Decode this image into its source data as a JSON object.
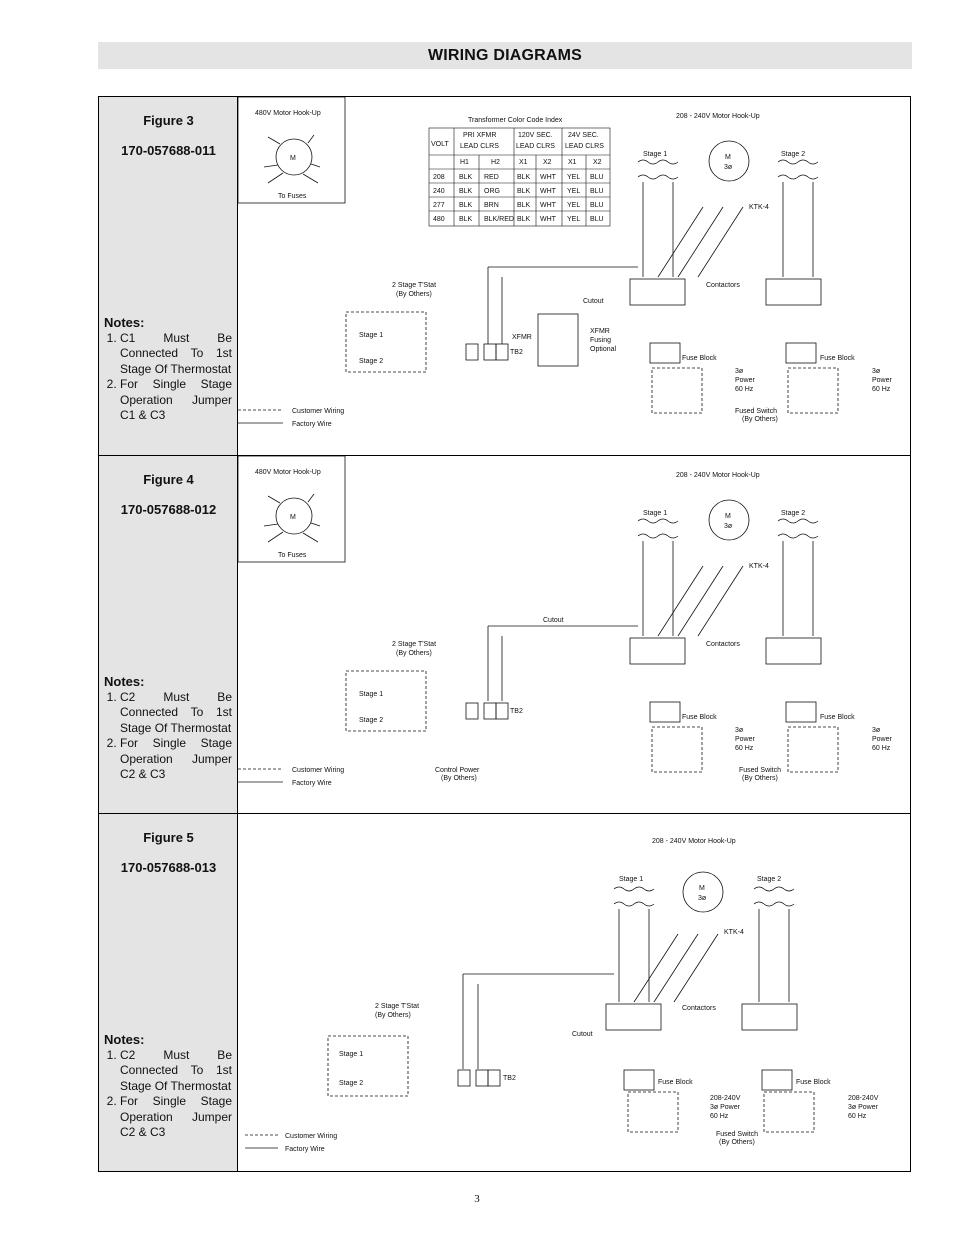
{
  "title": "WIRING DIAGRAMS",
  "page_number": "3",
  "common": {
    "motor480": "480V Motor Hook-Up",
    "motor208": "208 - 240V Motor Hook-Up",
    "to_fuses": "To Fuses",
    "stage1": "Stage 1",
    "stage2": "Stage 2",
    "tstat": "2 Stage T'Stat",
    "by_others": "(By Others)",
    "contactors": "Contactors",
    "fuse_block": "Fuse Block",
    "power": "3ø",
    "power2": "Power",
    "hz": "60 Hz",
    "fused_switch": "Fused Switch",
    "customer_wiring": "Customer Wiring",
    "factory_wire": "Factory Wire",
    "cutout": "Cutout",
    "tb2": "TB2",
    "ktk": "KTK-4",
    "m": "M",
    "m3": "3ø"
  },
  "figures": [
    {
      "title": "Figure 3",
      "part": "170-057688-011",
      "notes_heading": "Notes:",
      "notes": [
        "C1 Must Be Connected To 1st Stage Of Thermostat",
        "For Single Stage Operation Jumper C1 & C3"
      ],
      "xfmr": "XFMR",
      "xfmr_fusing": [
        "XFMR",
        "Fusing",
        "Optional"
      ],
      "table": {
        "caption": "Transformer Color Code Index",
        "headers": [
          "VOLT",
          "PRI XFMR LEAD CLRS",
          "120V SEC. LEAD CLRS",
          "24V SEC. LEAD CLRS"
        ],
        "subheaders": [
          "H1",
          "H2",
          "X1",
          "X2",
          "X1",
          "X2"
        ],
        "rows": [
          [
            "208",
            "BLK",
            "RED",
            "BLK",
            "WHT",
            "YEL",
            "BLU"
          ],
          [
            "240",
            "BLK",
            "ORG",
            "BLK",
            "WHT",
            "YEL",
            "BLU"
          ],
          [
            "277",
            "BLK",
            "BRN",
            "BLK",
            "WHT",
            "YEL",
            "BLU"
          ],
          [
            "480",
            "BLK",
            "BLK/RED",
            "BLK",
            "WHT",
            "YEL",
            "BLU"
          ]
        ]
      }
    },
    {
      "title": "Figure 4",
      "part": "170-057688-012",
      "notes_heading": "Notes:",
      "notes": [
        "C2 Must Be Connected To 1st Stage Of Thermostat",
        "For Single Stage Operation Jumper C2 & C3"
      ],
      "control_power": [
        "Control Power",
        "(By Others)"
      ]
    },
    {
      "title": "Figure 5",
      "part": "170-057688-013",
      "notes_heading": "Notes:",
      "notes": [
        "C2 Must Be Connected To 1st Stage Of Thermostat",
        "For Single Stage Operation Jumper C2 & C3"
      ],
      "power_label": "208-240V"
    }
  ]
}
